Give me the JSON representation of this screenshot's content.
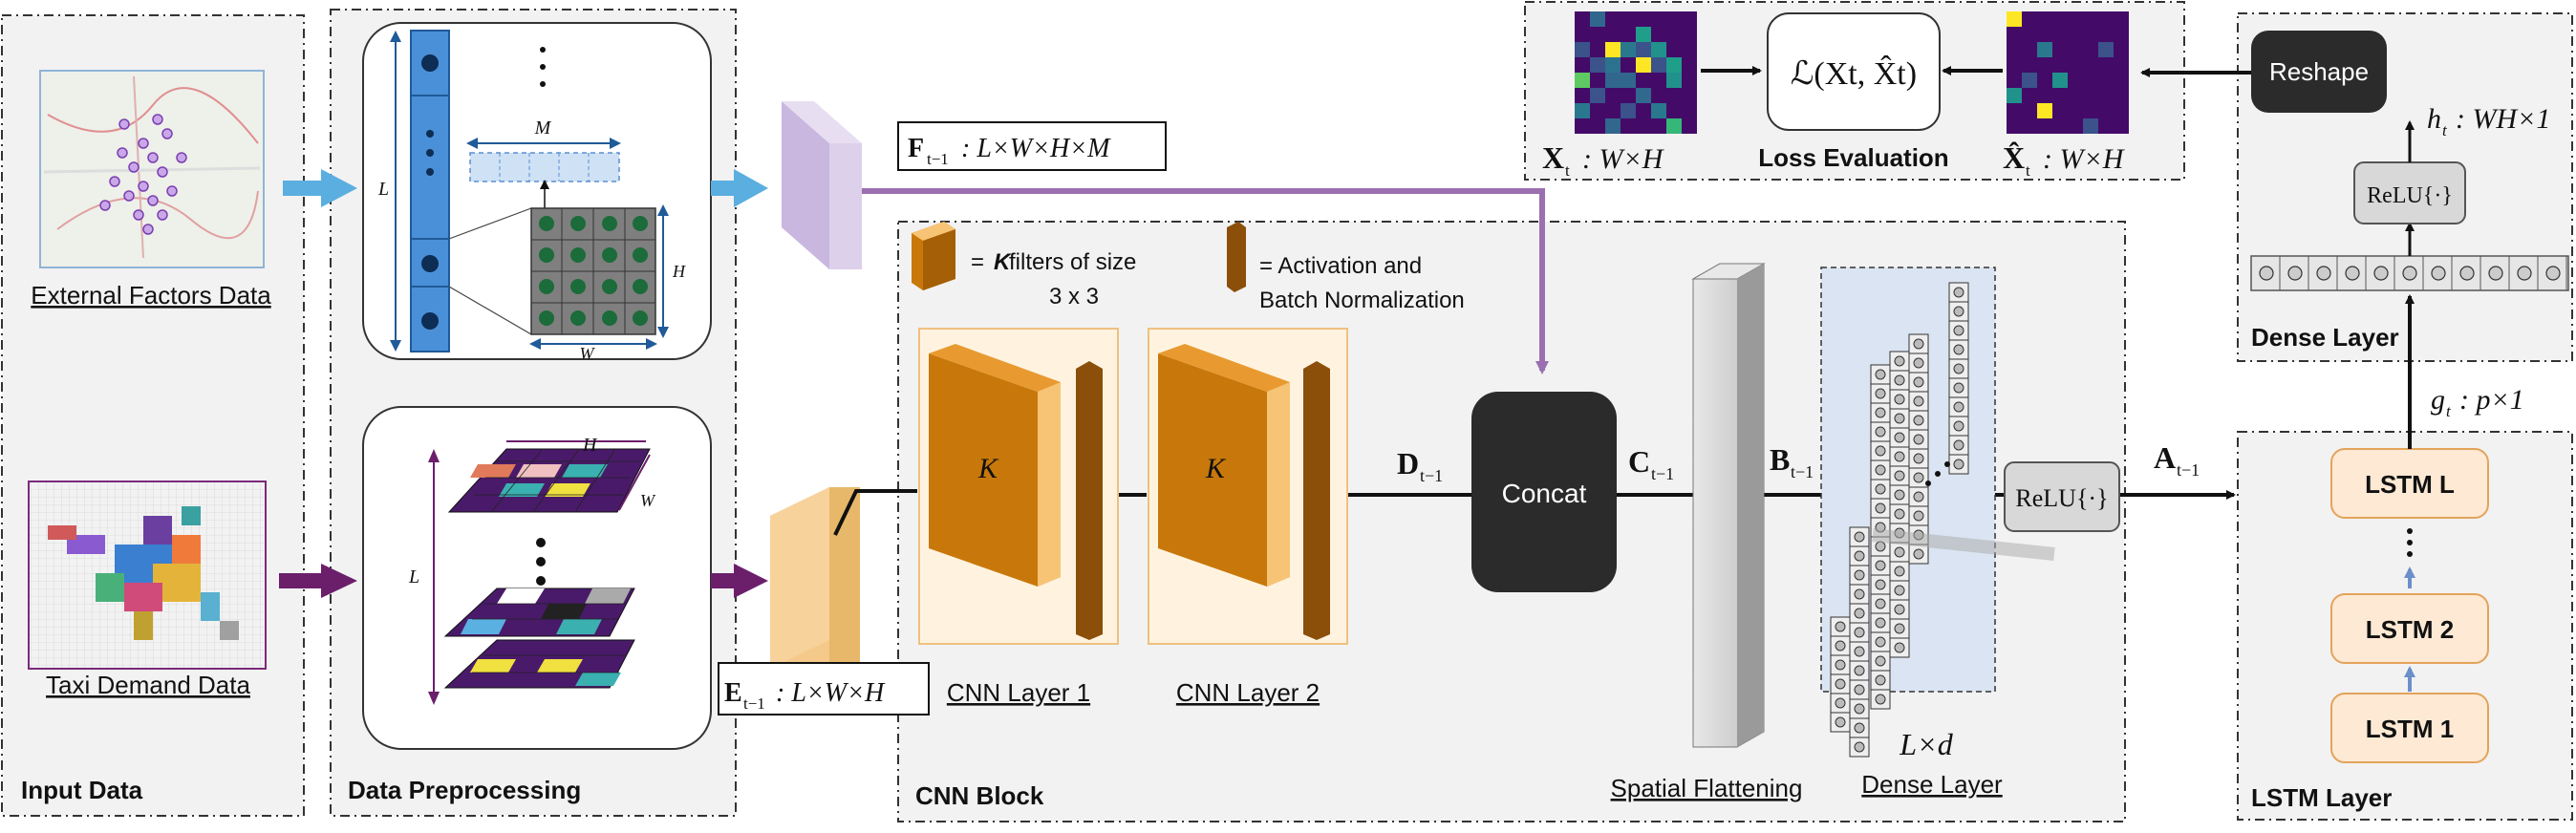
{
  "panels": {
    "input_data": "Input Data",
    "data_preprocessing": "Data Preprocessing",
    "cnn_block": "CNN Block",
    "lstm_layer": "LSTM Layer",
    "dense_layer_top": "Dense Layer",
    "loss_evaluation": "Loss Evaluation"
  },
  "inputs": {
    "external_factors": "External Factors Data",
    "taxi_demand": "Taxi Demand Data"
  },
  "preprocessing": {
    "ext_L": "L",
    "ext_M": "M",
    "ext_H": "H",
    "ext_W": "W",
    "taxi_H": "H",
    "taxi_W": "W",
    "taxi_L": "L"
  },
  "tensors": {
    "F_label": "F",
    "F_sub": "t−1",
    "F_shape": ": L×W×H×M",
    "E_label": "E",
    "E_sub": "t−1",
    "E_shape": ": L×W×H",
    "D_label": "D",
    "D_sub": "t−1",
    "C_label": "C",
    "C_sub": "t−1",
    "B_label": "B",
    "B_sub": "t−1",
    "A_label": "A",
    "A_sub": "t−1"
  },
  "cnn": {
    "legend_filters_bold": "K",
    "legend_filters_rest": " filters of size",
    "legend_filters_eq": "=",
    "legend_filters_size": "3 x 3",
    "legend_act_line1": "= Activation and",
    "legend_act_line2": "Batch Normalization",
    "layer1_K": "K",
    "layer2_K": "K",
    "layer1_label": "CNN Layer 1",
    "layer2_label": "CNN Layer 2"
  },
  "blocks": {
    "concat": "Concat",
    "relu_mid": "ReLU{·}",
    "relu_top": "ReLU{·}",
    "reshape": "Reshape",
    "spatial_flattening": "Spatial Flattening",
    "dense_dim": "L×d",
    "dense_layer_mid": "Dense Layer"
  },
  "lstm": {
    "cells": [
      "LSTM L",
      "LSTM 2",
      "LSTM 1"
    ],
    "g_label": "g",
    "g_sub": "t",
    "g_shape": ": p×1",
    "h_label": "h",
    "h_sub": "t",
    "h_shape": ": WH×1"
  },
  "loss": {
    "formula": "ℒ(X",
    "x_label": "X",
    "x_sub": "t",
    "x_shape": ": W×H",
    "xhat_label": "X̂",
    "xhat_sub": "t",
    "xhat_shape": ": W×H",
    "formula_full": "ℒ(Xt, X̂t)"
  },
  "colors": {
    "panel_bg": "#f2f2f2",
    "blue_arrow": "#5aaee0",
    "purple_arrow": "#6b1f6b",
    "concat_purple": "#9b6fb0",
    "cnn_orange": "#c8780a",
    "cnn_bg": "#fff3e0",
    "dense_bg": "#dbe4f2",
    "lstm_fill": "#fde9d4",
    "lstm_border": "#e3a35a",
    "dark_block": "#2b2b2b",
    "viridis_dark": "#440a68"
  }
}
